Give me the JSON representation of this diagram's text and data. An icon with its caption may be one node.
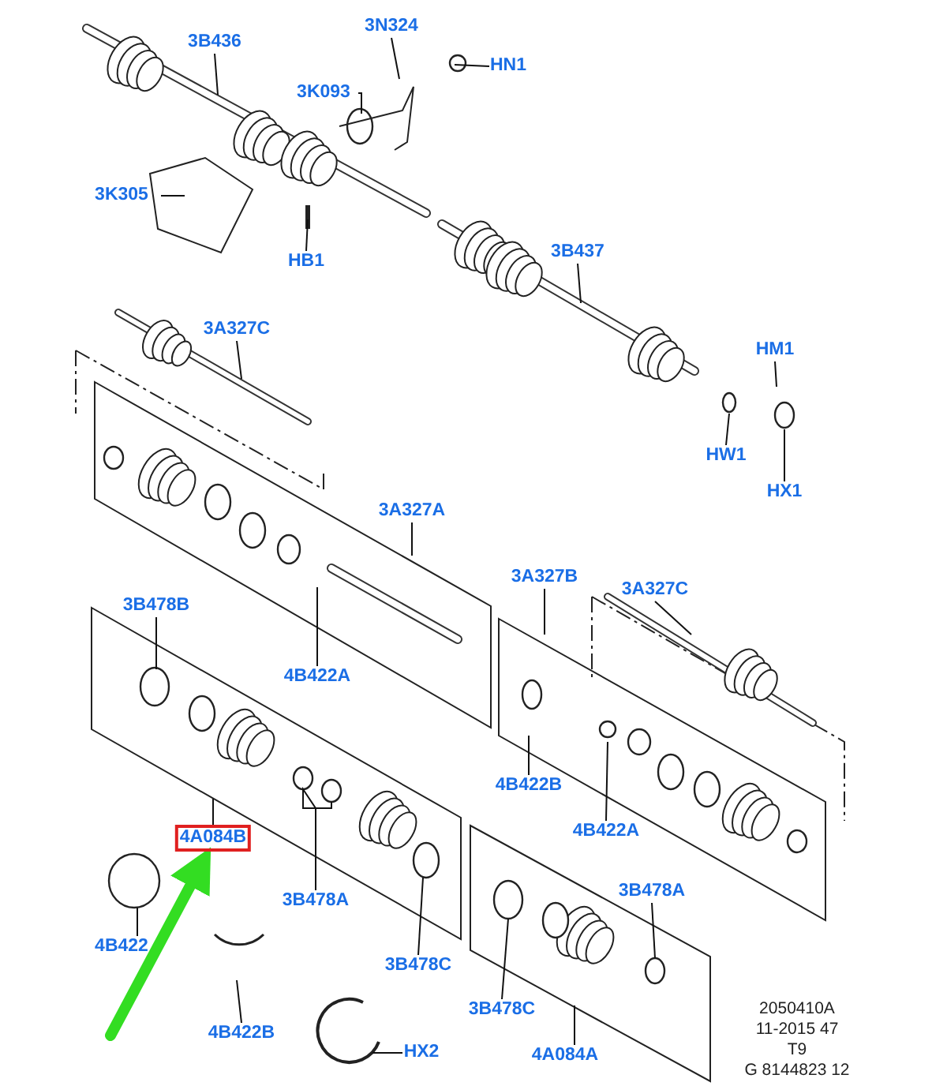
{
  "diagram": {
    "nodes": [
      {
        "text": [
          "3B436"
        ]
      },
      {
        "text": [
          "3N324"
        ]
      },
      {
        "text": [
          "HN1"
        ]
      },
      {
        "text": [
          "3K093"
        ]
      },
      {
        "text": [
          "3K305"
        ]
      },
      {
        "text": [
          "HB1"
        ]
      },
      {
        "text": [
          "3B437"
        ]
      },
      {
        "text": [
          "3A327C"
        ]
      },
      {
        "text": [
          "HM1"
        ]
      },
      {
        "text": [
          "HW1"
        ]
      },
      {
        "text": [
          "HX1"
        ]
      },
      {
        "text": [
          "3A327A"
        ]
      },
      {
        "text": [
          "4B422A"
        ]
      },
      {
        "text": [
          "3B478B"
        ]
      },
      {
        "text": [
          "3A327B"
        ]
      },
      {
        "text": [
          "3A327C"
        ]
      },
      {
        "text": [
          "4B422B"
        ]
      },
      {
        "text": [
          "4B422A"
        ]
      },
      {
        "text": [
          "4A084B"
        ]
      },
      {
        "text": [
          "3B478A"
        ]
      },
      {
        "text": [
          "4B422"
        ]
      },
      {
        "text": [
          "3B478C"
        ]
      },
      {
        "text": [
          "3B478A"
        ]
      },
      {
        "text": [
          "4B422B"
        ]
      },
      {
        "text": [
          "3B478C"
        ]
      },
      {
        "text": [
          "HX2"
        ]
      },
      {
        "text": [
          "4A084A"
        ]
      }
    ],
    "edges": [
      {
        "from": 0,
        "to": null,
        "arrow": "none"
      },
      {
        "from": 1,
        "to": null,
        "arrow": "none"
      },
      {
        "from": 2,
        "to": null,
        "arrow": "none"
      },
      {
        "from": 3,
        "to": null,
        "arrow": "none"
      },
      {
        "from": 4,
        "to": null,
        "arrow": "none"
      },
      {
        "from": 5,
        "to": null,
        "arrow": "none"
      },
      {
        "from": 6,
        "to": null,
        "arrow": "none"
      },
      {
        "from": 7,
        "to": null,
        "arrow": "none"
      },
      {
        "from": 8,
        "to": null,
        "arrow": "none"
      },
      {
        "from": 9,
        "to": null,
        "arrow": "none"
      },
      {
        "from": 10,
        "to": null,
        "arrow": "none"
      },
      {
        "from": 11,
        "to": null,
        "arrow": "none"
      },
      {
        "from": 12,
        "to": null,
        "arrow": "none"
      },
      {
        "from": 13,
        "to": null,
        "arrow": "none"
      },
      {
        "from": 14,
        "to": null,
        "arrow": "none"
      },
      {
        "from": 15,
        "to": null,
        "arrow": "none"
      },
      {
        "from": 16,
        "to": null,
        "arrow": "none"
      },
      {
        "from": 17,
        "to": null,
        "arrow": "none"
      },
      {
        "from": 18,
        "to": null,
        "arrow": "none"
      },
      {
        "from": 19,
        "to": null,
        "arrow": "none"
      },
      {
        "from": 20,
        "to": null,
        "arrow": "none"
      },
      {
        "from": 21,
        "to": null,
        "arrow": "none"
      },
      {
        "from": 22,
        "to": null,
        "arrow": "none"
      },
      {
        "from": 23,
        "to": null,
        "arrow": "none"
      },
      {
        "from": 24,
        "to": null,
        "arrow": "none"
      },
      {
        "from": 25,
        "to": null,
        "arrow": "none"
      },
      {
        "from": 26,
        "to": null,
        "arrow": "none"
      },
      {
        "from": null,
        "to": 18,
        "arrow": "to",
        "style": "thick",
        "color": "#33dd22"
      }
    ],
    "labels": [
      "2050410A",
      "11-2015 47",
      "T9",
      "G 8144823 12"
    ]
  }
}
